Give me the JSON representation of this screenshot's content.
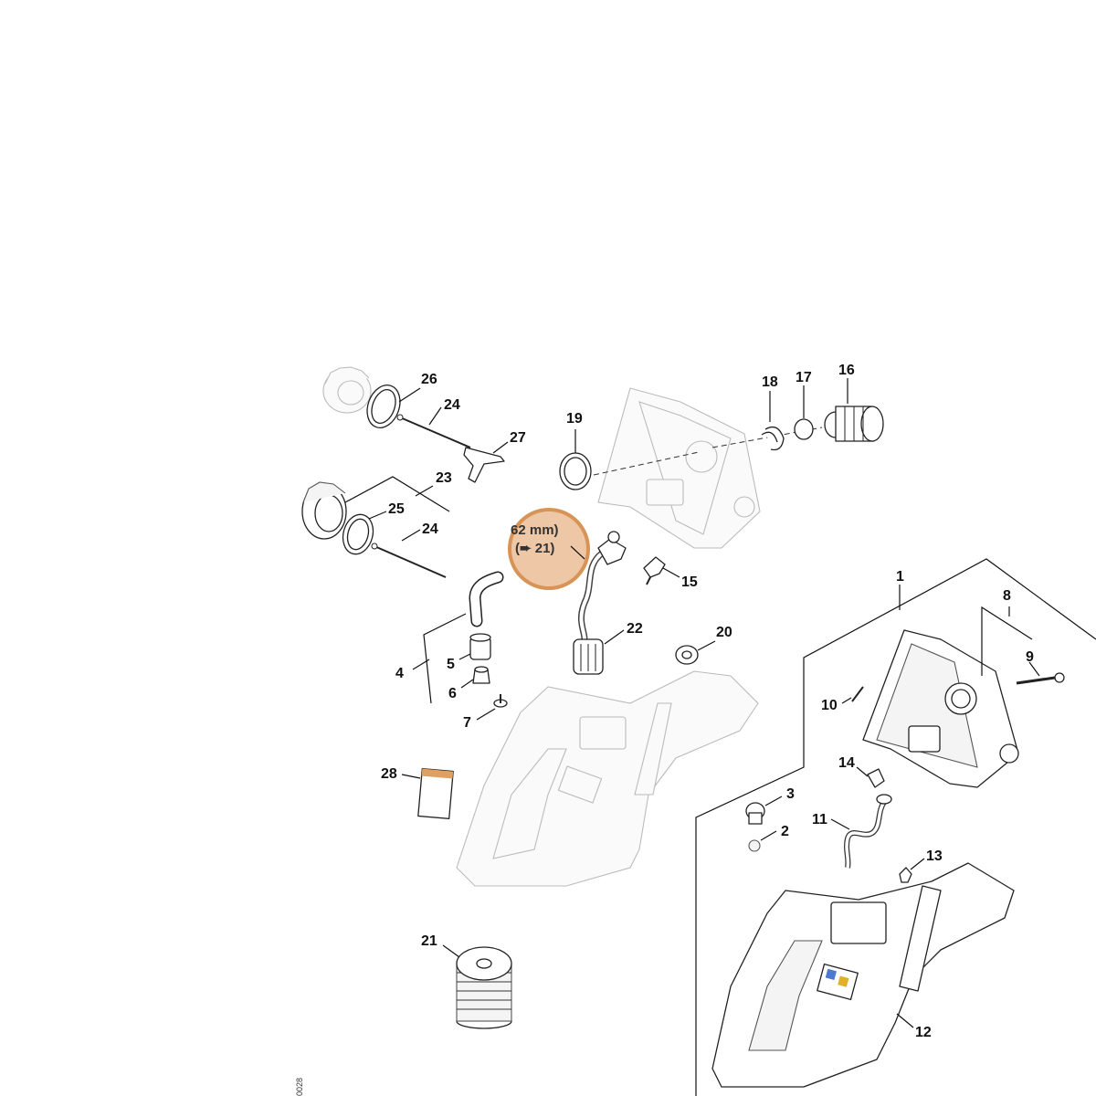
{
  "labels": {
    "p1": "1",
    "p2": "2",
    "p3": "3",
    "p4": "4",
    "p5": "5",
    "p6": "6",
    "p7": "7",
    "p8": "8",
    "p9": "9",
    "p10": "10",
    "p11": "11",
    "p12": "12",
    "p13": "13",
    "p14": "14",
    "p15": "15",
    "p16": "16",
    "p17": "17",
    "p18": "18",
    "p19": "19",
    "p20": "20",
    "p21": "21",
    "p22": "22",
    "p23": "23",
    "p24a": "24",
    "p24b": "24",
    "p25": "25",
    "p26": "26",
    "p27": "27",
    "p28": "28"
  },
  "callout": {
    "line1": "62 mm)",
    "line2": "(➨ 21)"
  },
  "side_code": "0028",
  "colors": {
    "highlight_fill": "#ecc39f",
    "highlight_stroke": "#d58a48",
    "ink": "#111111"
  }
}
